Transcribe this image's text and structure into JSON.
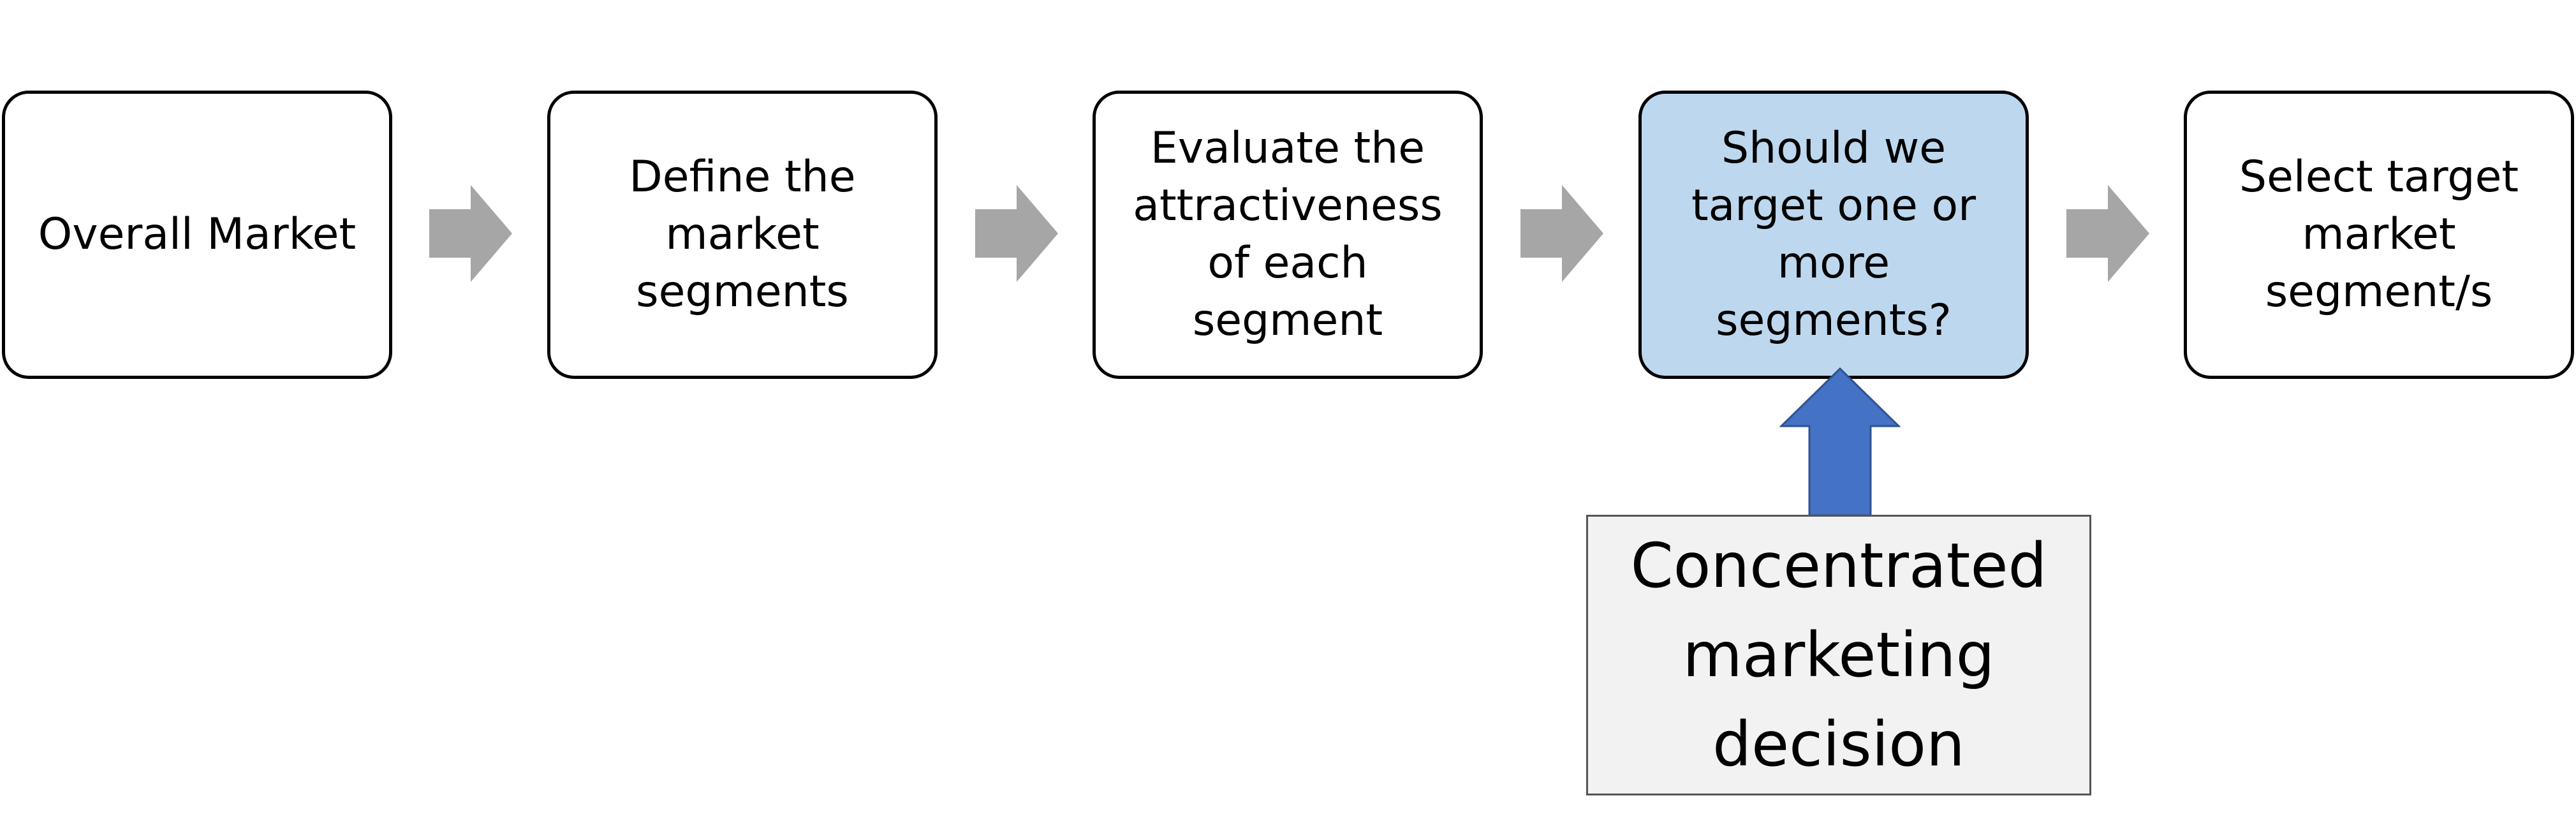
{
  "steps": [
    {
      "label": "Overall Market"
    },
    {
      "label": "Define the\nmarket\nsegments"
    },
    {
      "label": "Evaluate the\nattractiveness\nof each\nsegment"
    },
    {
      "label": "Should we\ntarget one or\nmore\nsegments?"
    },
    {
      "label": "Select target\nmarket\nsegment/s"
    }
  ],
  "note": {
    "label": "Concentrated\nmarketing\ndecision"
  },
  "colors": {
    "box_border": "#000000",
    "box_fill": "#ffffff",
    "highlight_fill": "#bdd7ee",
    "flow_arrow": "#a6a6a6",
    "up_arrow_fill": "#4472c4",
    "up_arrow_border": "#2f528f",
    "note_fill": "#f2f2f2",
    "note_border": "#555555"
  }
}
